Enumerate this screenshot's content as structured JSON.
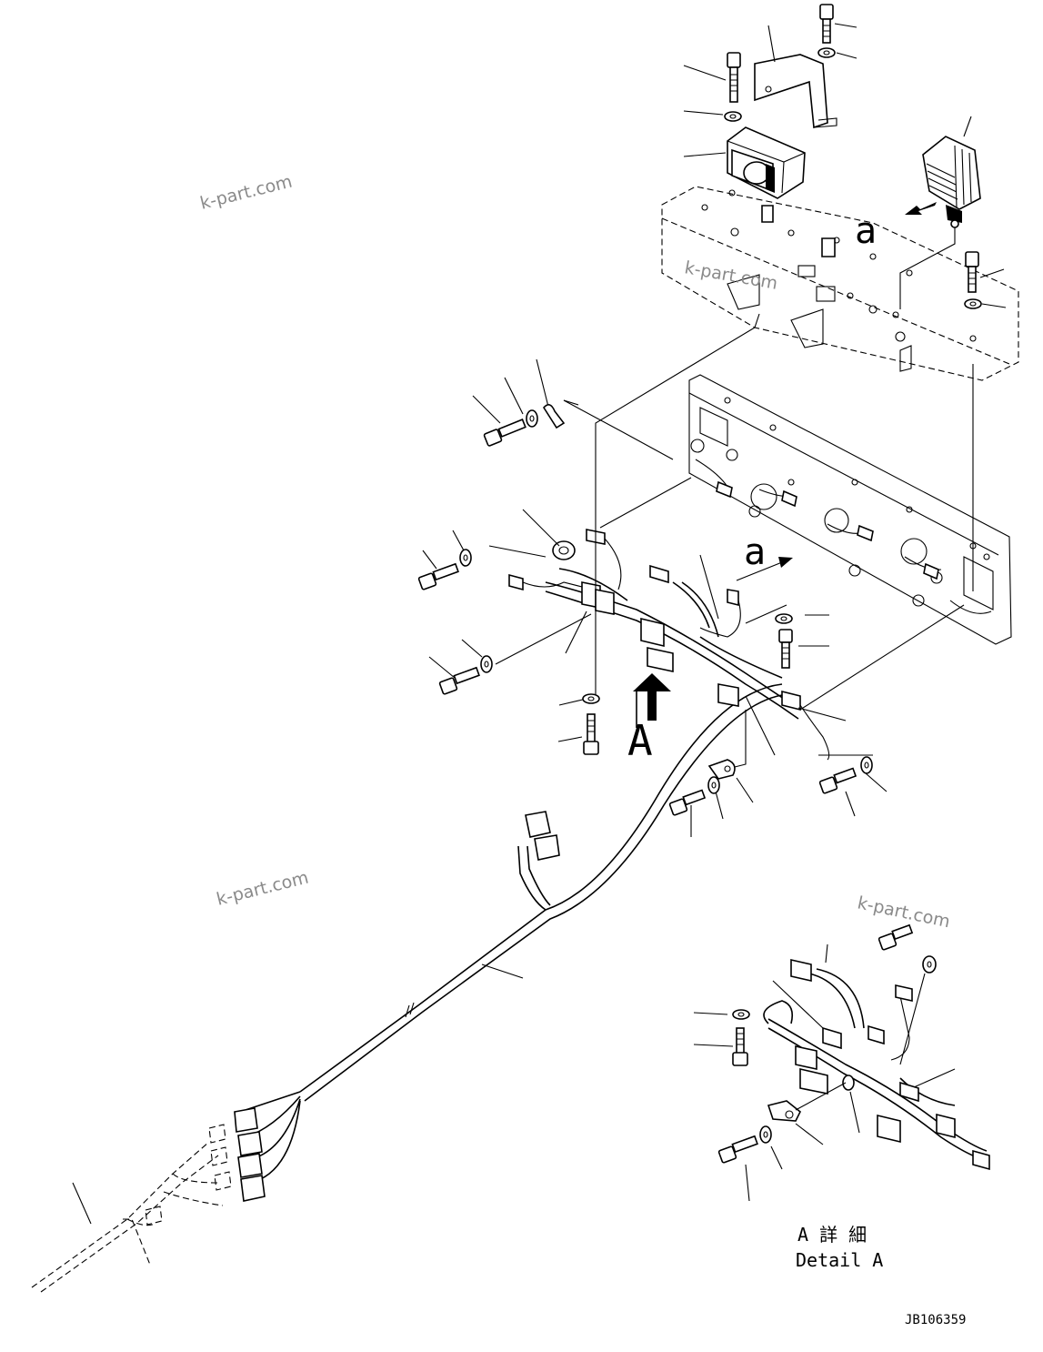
{
  "drawing": {
    "view_label_a_top": "a",
    "view_label_a_mid": "a",
    "view_label_A": "A",
    "detail_jp": "A 詳 細",
    "detail_en": "Detail A",
    "drawing_number": "JB106359"
  },
  "watermarks": [
    "k-part.com",
    "k-part.com",
    "k-part.com",
    "k-part.com"
  ],
  "colors": {
    "line": "#000000",
    "background": "#ffffff",
    "watermark": "#8a8a8a"
  }
}
